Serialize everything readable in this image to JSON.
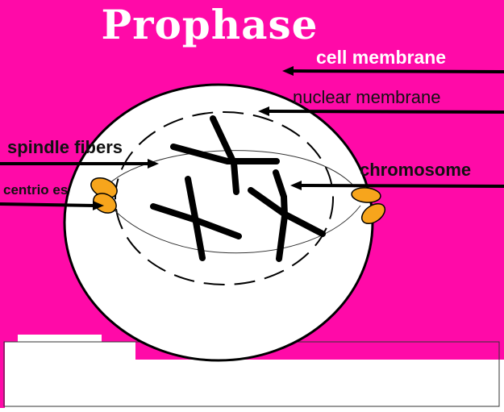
{
  "title": "Prophase",
  "labels": {
    "cell_membrane": "cell membrane",
    "nuclear_membrane": "nuclear membrane",
    "spindle_fibers": "spindle fibers",
    "chromosome": "chromosome",
    "centrioles": "centrio es"
  },
  "colors": {
    "background": "#ff0aa8",
    "cell": "#ffffff",
    "centriole": "#f7a51c",
    "chromosome": "#000000"
  }
}
